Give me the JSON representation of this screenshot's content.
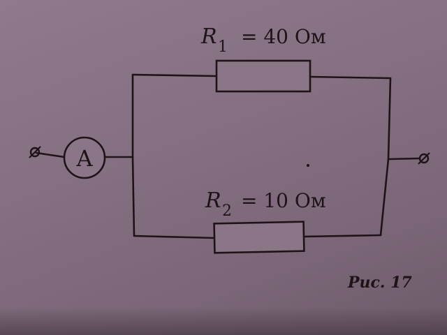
{
  "resistors": [
    {
      "symbol": "R",
      "index": "1",
      "value": "= 40 Ом"
    },
    {
      "symbol": "R",
      "index": "2",
      "value": "= 10 Ом"
    }
  ],
  "ammeter": {
    "letter": "A"
  },
  "terminal": {
    "symbol": "⌀"
  },
  "caption": "Рис. 17",
  "colors": {
    "ink": "#1e1418",
    "paper": "#847080"
  }
}
